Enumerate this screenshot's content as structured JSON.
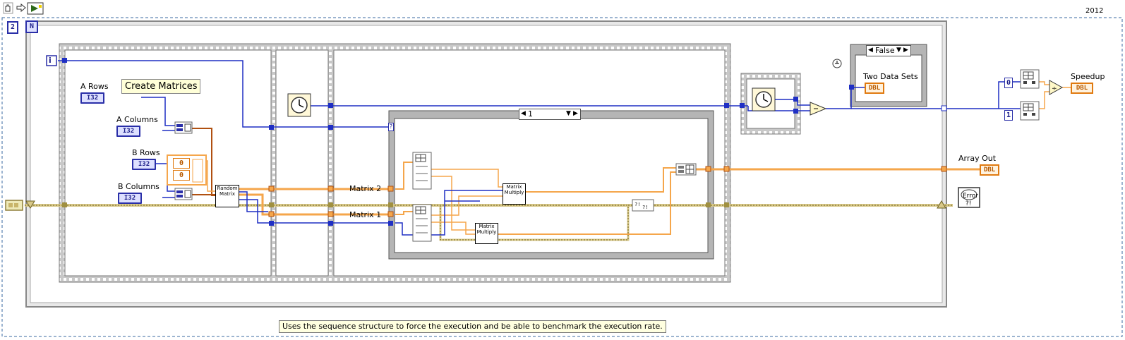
{
  "toolbar": {
    "year_label": "2012",
    "icons": [
      "hand-icon",
      "arrow-icon",
      "run-highlight-icon"
    ]
  },
  "loop": {
    "count_value": "2",
    "count_label": "N",
    "iteration_label": "i"
  },
  "frame1": {
    "comment": "Create Matrices",
    "a_rows_label": "A Rows",
    "a_columns_label": "A Columns",
    "b_rows_label": "B Rows",
    "b_columns_label": "B Columns",
    "terminal_type": "I32",
    "const_top": "0",
    "const_bottom": "0",
    "random_matrix_label": "Random Matrix"
  },
  "frame3": {
    "case_value": "1",
    "matrix2_label": "Matrix 2",
    "matrix1_label": "Matrix 1",
    "matrix_multiply_label": "Matrix Multiply",
    "index_placeholder": "?"
  },
  "right": {
    "case_false": "False",
    "two_data_sets_label": "Two Data Sets",
    "speedup_label": "Speedup",
    "array_out_label": "Array Out",
    "error_label": "Error ?!",
    "dbl_type": "DBL",
    "index0": "0",
    "index1": "1"
  },
  "footer_note": "Uses the sequence structure to force the execution and be able to benchmark the execution rate.",
  "colors": {
    "wire_blue": "#1f2fc4",
    "wire_orange": "#f5a64b",
    "wire_error": "#c9b56a",
    "frame_gray": "#b9b9b9"
  }
}
